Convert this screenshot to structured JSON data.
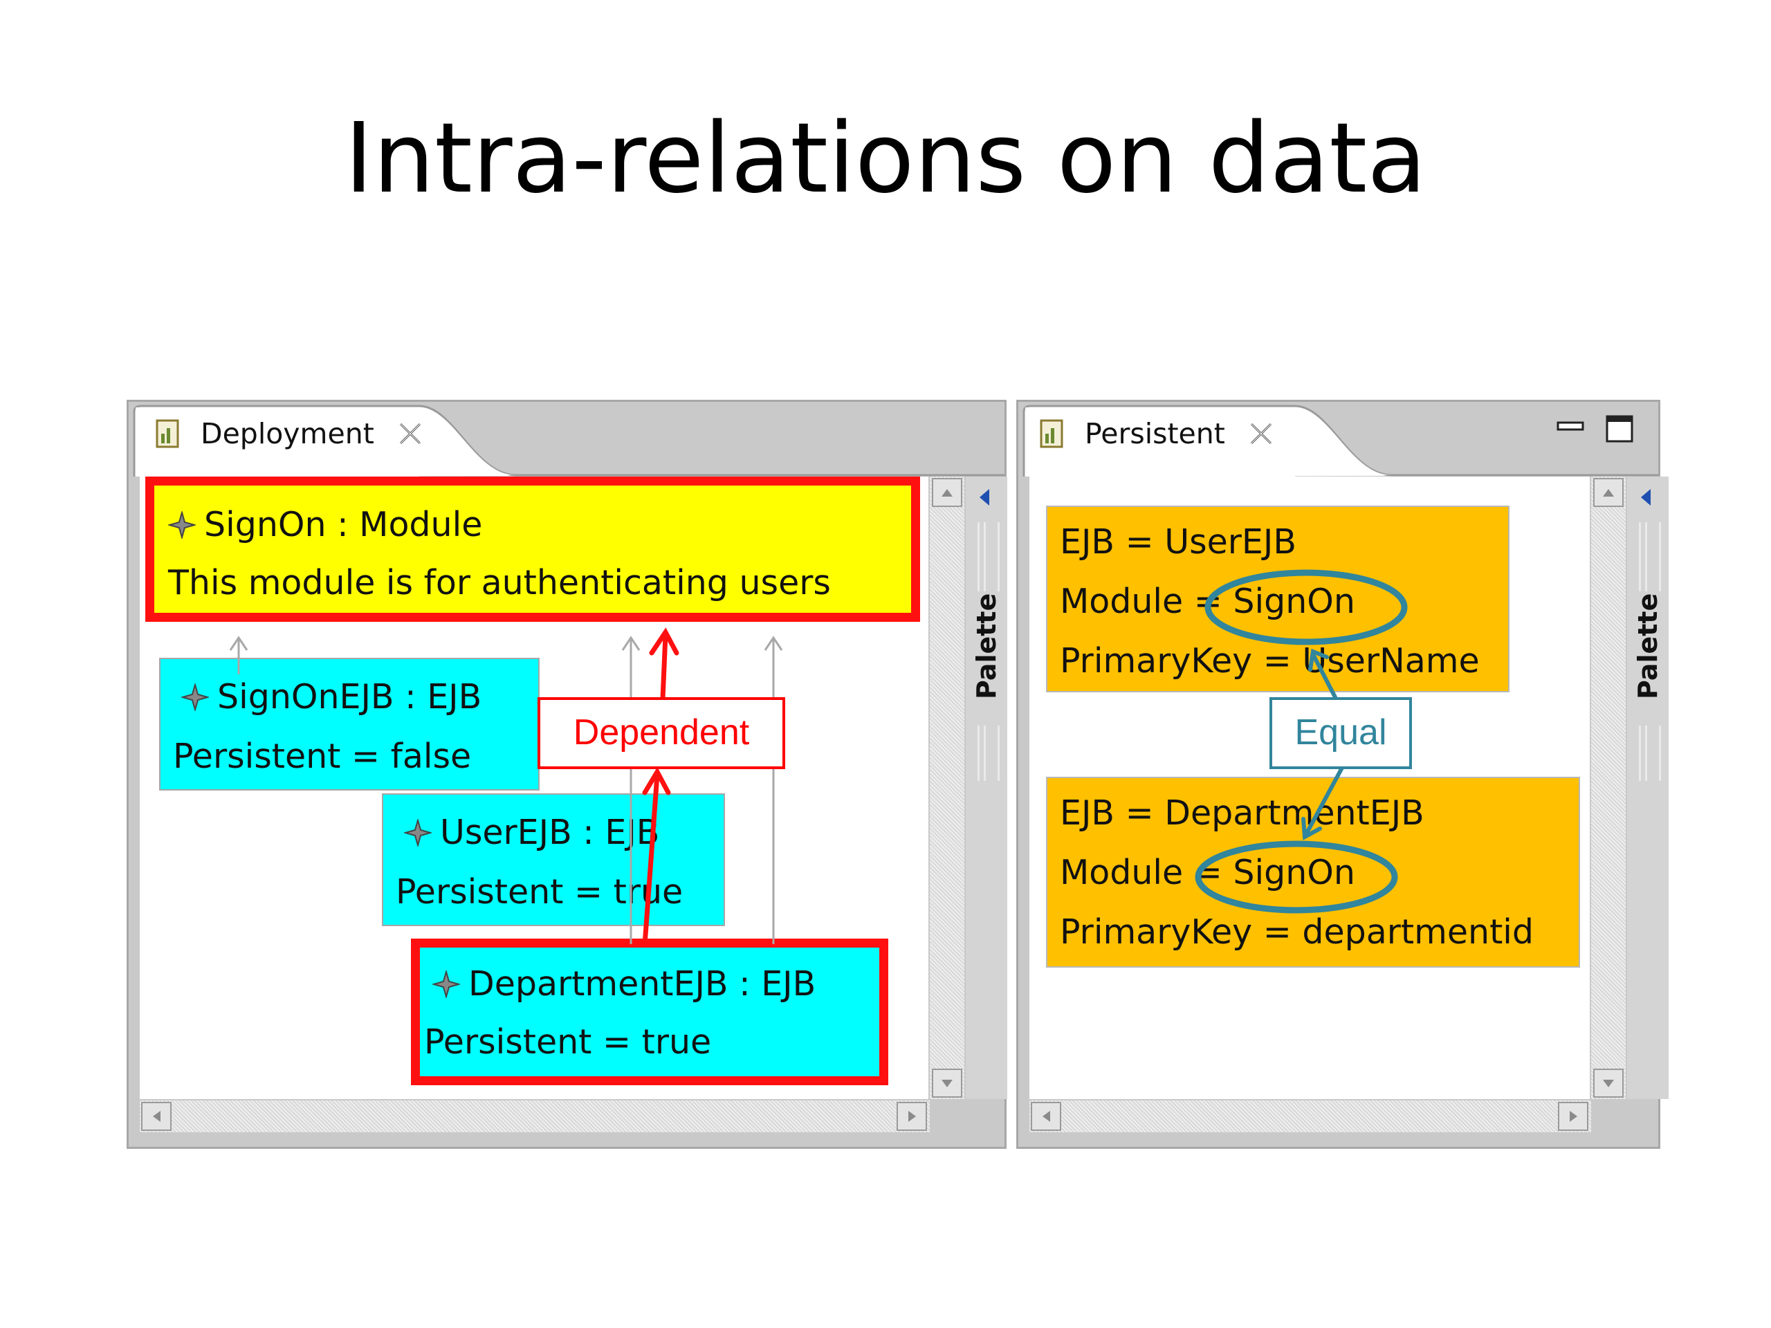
{
  "slide": {
    "title": "Intra-relations on data"
  },
  "deployment_view": {
    "tab_label": "Deployment",
    "palette_label": "Palette",
    "nodes": {
      "signon": {
        "title": "SignOn : Module",
        "desc": "This module is for authenticating users"
      },
      "signonejb": {
        "title": "SignOnEJB : EJB",
        "prop": "Persistent = false"
      },
      "userejb": {
        "title": "UserEJB : EJB",
        "prop": "Persistent = true"
      },
      "departmentejb": {
        "title": "DepartmentEJB : EJB",
        "prop": "Persistent = true"
      }
    }
  },
  "persistent_view": {
    "tab_label": "Persistent",
    "palette_label": "Palette",
    "records": {
      "userejb": {
        "ejb": "EJB = UserEJB",
        "module": "Module = SignOn",
        "key": "PrimaryKey = UserName"
      },
      "departmentejb": {
        "ejb": "EJB = DepartmentEJB",
        "module": "Module = SignOn",
        "key": "PrimaryKey = departmentid"
      }
    }
  },
  "annotations": {
    "dependent": "Dependent",
    "equal": "Equal"
  },
  "colors": {
    "module": "#ffff00",
    "ejb": "#00ffff",
    "record": "#ffc000",
    "highlight": "#ff0000",
    "equal": "#31859c"
  }
}
